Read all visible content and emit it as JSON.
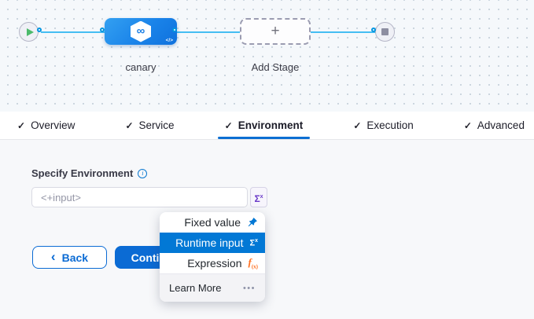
{
  "pipeline": {
    "stage": {
      "label": "canary",
      "icon_glyph": "∞",
      "code_icon": "</>"
    },
    "add_stage": {
      "label": "Add Stage",
      "plus": "+"
    }
  },
  "tabs": {
    "check": "✓",
    "items": [
      {
        "label": "Overview",
        "active": false
      },
      {
        "label": "Service",
        "active": false
      },
      {
        "label": "Environment",
        "active": true
      },
      {
        "label": "Execution",
        "active": false
      },
      {
        "label": "Advanced",
        "active": false
      }
    ]
  },
  "form": {
    "label": "Specify Environment",
    "info": "i",
    "input_value": "",
    "input_placeholder": "<+input>",
    "sigma_base": "Σ",
    "sigma_sup": "x"
  },
  "menu": {
    "items": [
      {
        "label": "Fixed value",
        "icon": "pin-icon"
      },
      {
        "label": "Runtime input",
        "icon": "sigma-icon",
        "selected": true
      },
      {
        "label": "Expression",
        "icon": "fx-icon"
      }
    ],
    "sigma_base": "Σ",
    "sigma_sup": "x",
    "fx_base": "f",
    "fx_sub": "(x)",
    "footer_label": "Learn More",
    "footer_dots": "•••"
  },
  "buttons": {
    "back_chevron": "‹",
    "back": "Back",
    "continue": "Continue"
  },
  "colors": {
    "accent_blue": "#0278d5",
    "selected_row_blue": "#0278d5",
    "tab_underline": "#0d6fd2",
    "edge_blue": "#45bdf2",
    "stage_blue": "#1a83e9",
    "sigma_purple": "#6938c8",
    "fx_orange": "#ff7020",
    "play_green": "#4cba6b",
    "canvas_bg": "#f5f8fb",
    "content_bg": "#f7f8fa"
  }
}
